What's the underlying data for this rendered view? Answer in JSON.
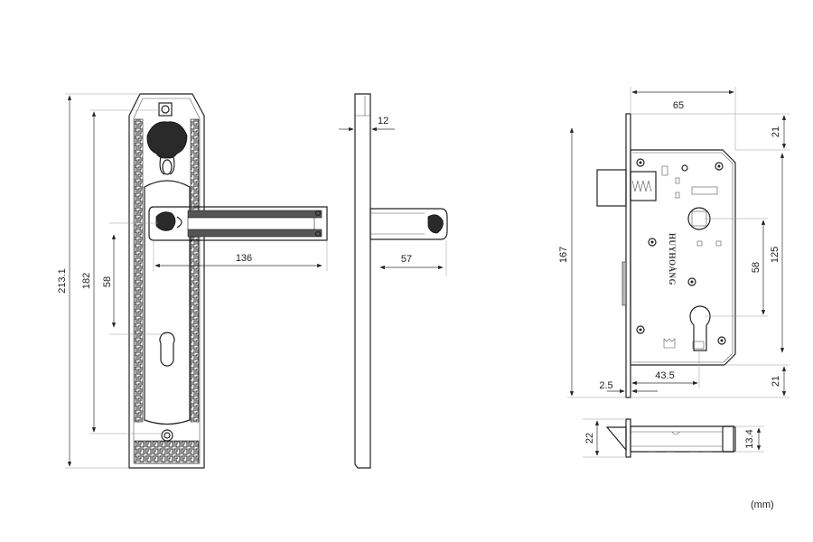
{
  "diagram": {
    "unit_label": "(mm)",
    "brand_text": "HUYHOÀNG",
    "front_view": {
      "total_height": "213.1",
      "screw_span": "182",
      "handle_to_keyhole": "58",
      "handle_length": "136"
    },
    "side_view": {
      "plate_thickness": "12",
      "handle_projection": "57"
    },
    "lock_body": {
      "backset": "65",
      "top_offset": "21",
      "faceplate_height": "167",
      "body_height": "125",
      "center_distance": "58",
      "bottom_offset": "21",
      "faceplate_thickness": "2.5",
      "cylinder_backset": "43.5"
    },
    "bottom_view": {
      "faceplate_width": "22",
      "body_width": "13.4"
    }
  }
}
